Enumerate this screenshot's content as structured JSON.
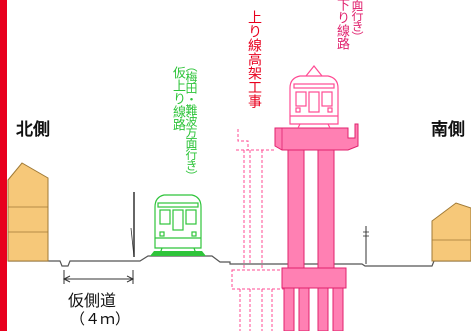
{
  "labels": {
    "north_side": "北側",
    "south_side": "南側",
    "temp_road": "仮側道",
    "temp_road_width": "（４ｍ）",
    "elevated_work": "上り線高架工事",
    "temp_up_line_dest": "（梅田・難波方面行き）",
    "temp_up_line": "仮上り線路",
    "down_line_dest": "（三宮方面行き）",
    "down_line": "下り線路"
  },
  "colors": {
    "accent_red": "#e8001e",
    "train_green": "#2ec43a",
    "pink": "#ff4b93",
    "building": "#f6c879",
    "ground": "#555555"
  }
}
